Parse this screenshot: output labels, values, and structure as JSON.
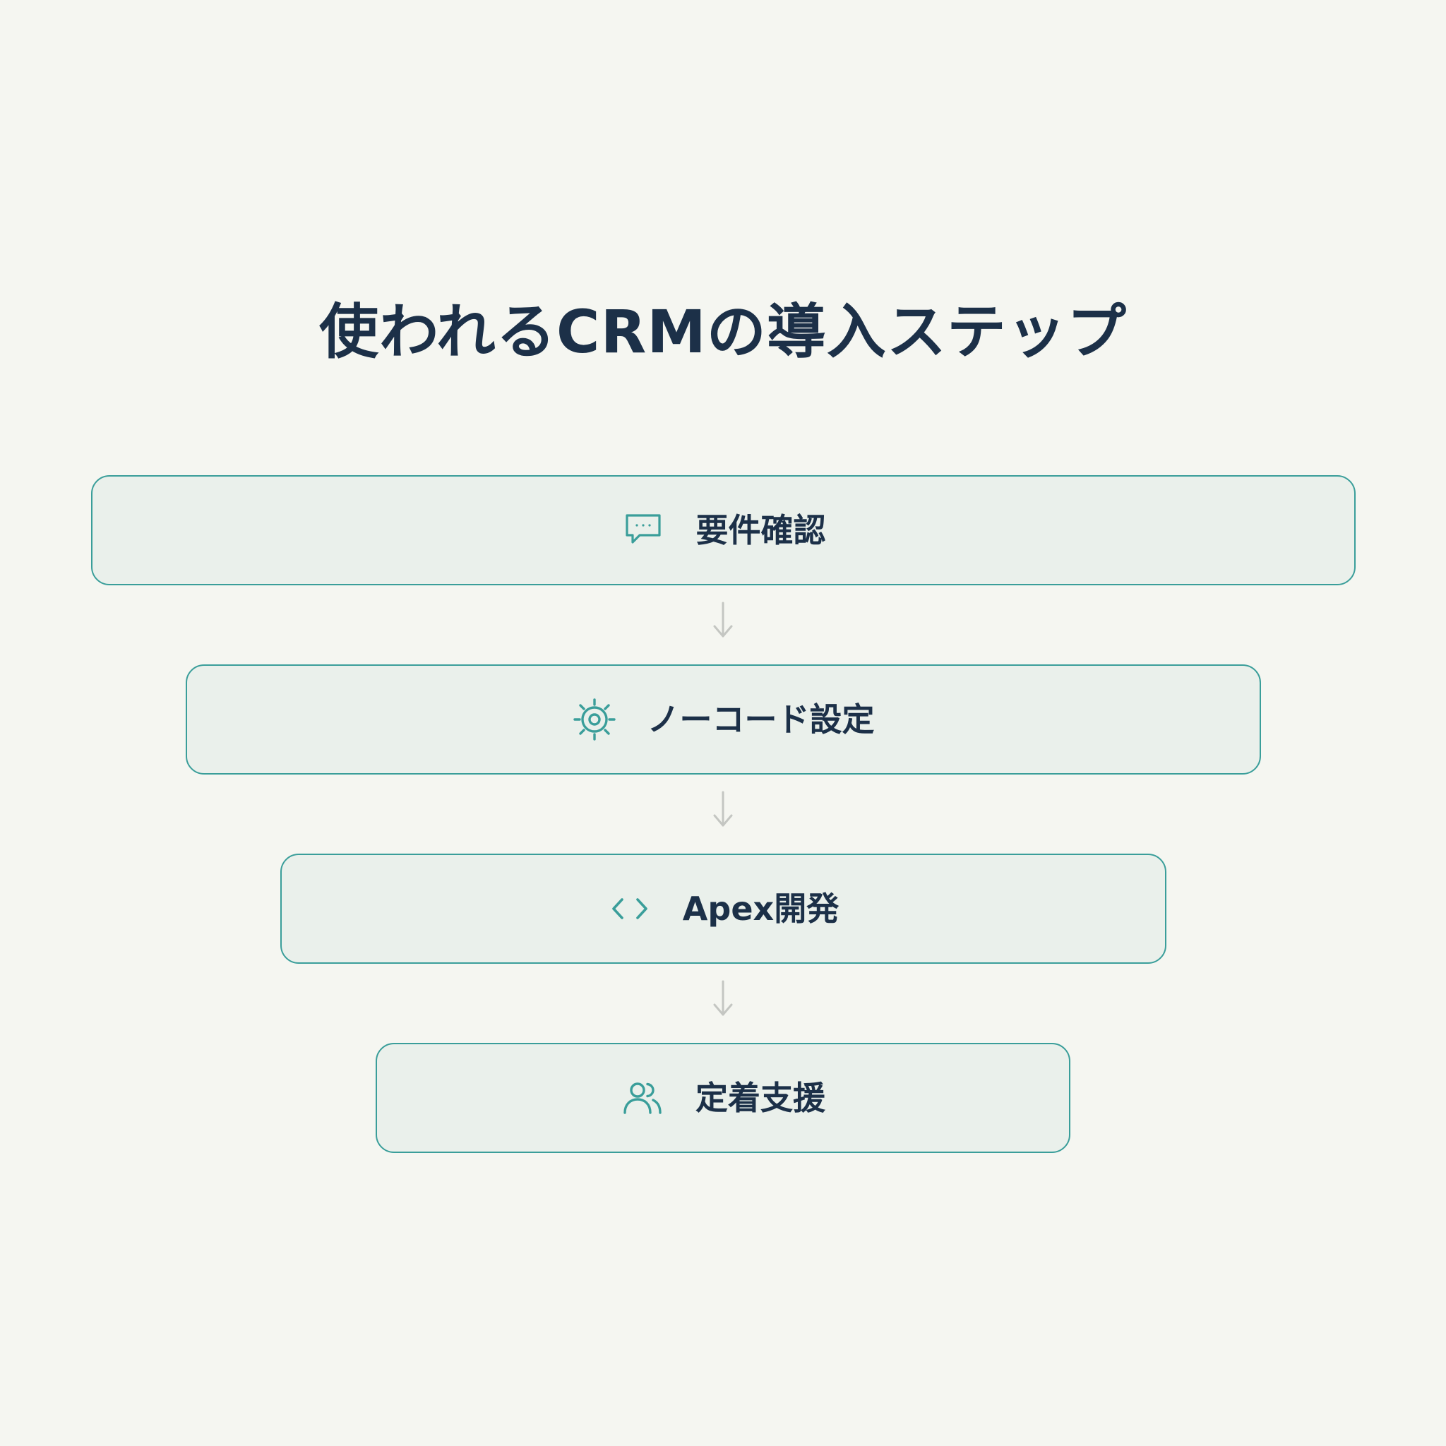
{
  "title": "使われるCRMの導入ステップ",
  "colors": {
    "background": "#f5f6f1",
    "box_fill": "#eaf0eb",
    "box_border": "#3a9e9a",
    "icon": "#3a9e9a",
    "text": "#1c3048",
    "arrow": "#c4c6c2"
  },
  "steps": [
    {
      "label": "要件確認",
      "icon": "chat-bubble-icon"
    },
    {
      "label": "ノーコード設定",
      "icon": "gear-icon"
    },
    {
      "label": "Apex開発",
      "icon": "code-brackets-icon"
    },
    {
      "label": "定着支援",
      "icon": "users-icon"
    }
  ]
}
